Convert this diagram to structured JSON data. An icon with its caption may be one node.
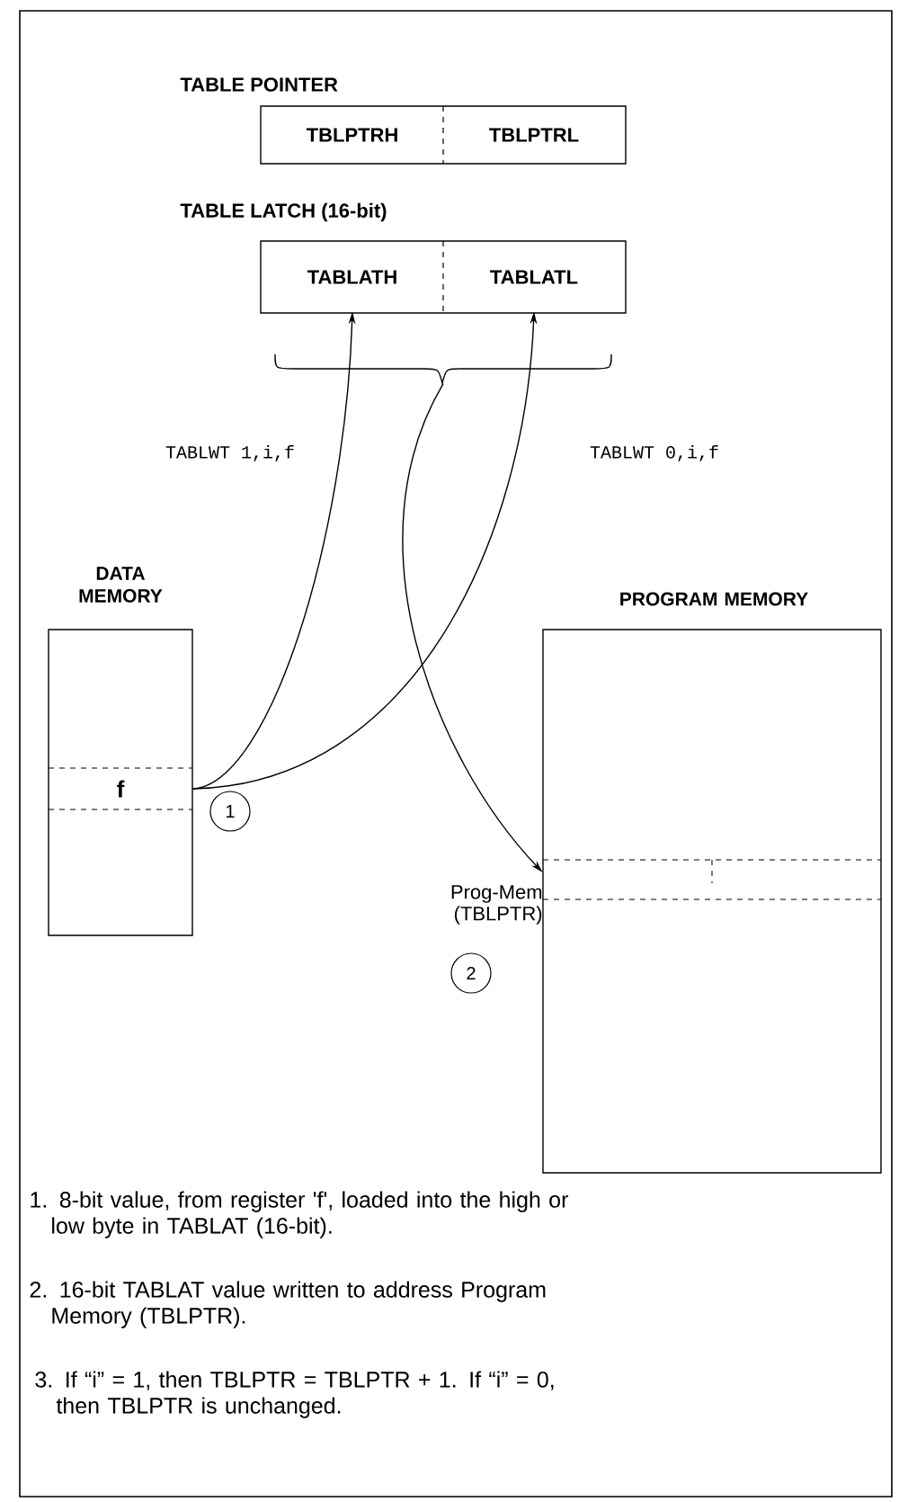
{
  "diagram": {
    "nodes": [
      {
        "text": [
          "TABLE POINTER"
        ]
      },
      {
        "text": [
          "TBLPTRH"
        ],
        "in": 0
      },
      {
        "text": [
          "TBLPTRL"
        ],
        "in": 0
      },
      {
        "text": [
          "TABLE LATCH (16-bit)"
        ]
      },
      {
        "text": [
          "TABLATH"
        ],
        "in": 3
      },
      {
        "text": [
          "TABLATL"
        ],
        "in": 3
      },
      {
        "text": [
          "DATA MEMORY"
        ]
      },
      {
        "text": [
          "f"
        ],
        "in": 6
      },
      {
        "text": [
          "PROGRAM MEMORY"
        ]
      },
      {
        "text": [],
        "shape": "box",
        "in": 8,
        "beside": [
          "Prog-Mem (TBLPTR)"
        ]
      },
      {
        "text": [
          "1"
        ]
      },
      {
        "text": [
          "2"
        ]
      }
    ],
    "edges": [
      {
        "from": 7,
        "to": 4,
        "arrow": "to",
        "label": "TABLWT 1,i,f"
      },
      {
        "from": 7,
        "to": 5,
        "arrow": "to",
        "label": "TABLWT 0,i,f"
      },
      {
        "from": 3,
        "to": 9,
        "arrow": "to"
      }
    ],
    "labels": [
      "1. 8-bit value, from register 'f', loaded into the high or low byte in TABLAT (16-bit).",
      "2. 16-bit TABLAT value written to address Program Memory (TBLPTR).",
      "3. If “i” = 1, then TBLPTR = TBLPTR + 1. If “i” = 0, then TBLPTR is unchanged."
    ]
  }
}
